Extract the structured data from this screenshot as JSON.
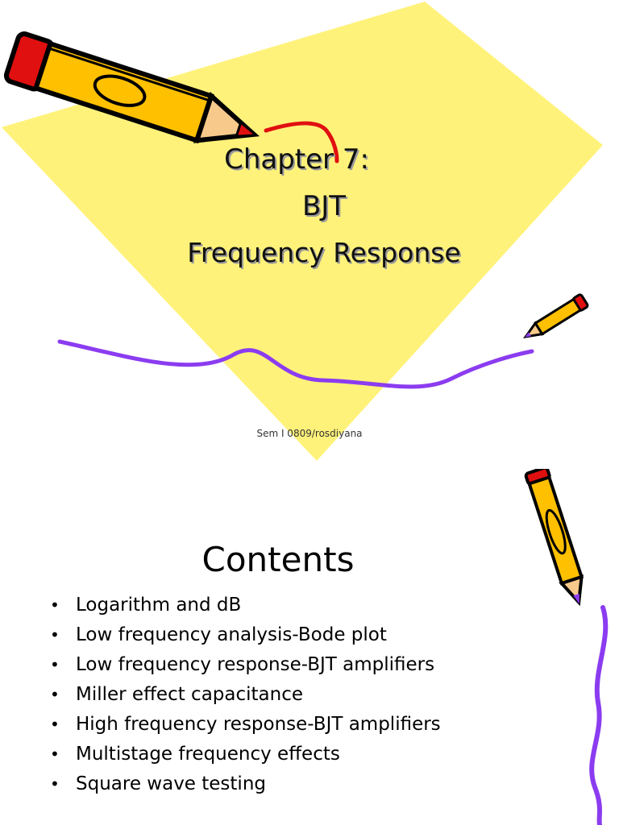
{
  "slide1": {
    "title_lines": [
      "Chapter 7:",
      "BJT",
      "Frequency Response"
    ],
    "footer": "Sem I 0809/rosdiyana",
    "colors": {
      "background_shape": "#fff27a",
      "squiggle": "#8b3cf0",
      "pencil_body": "#ffc000",
      "pencil_tip": "#e01010"
    },
    "decorations": [
      "pencil-large-icon",
      "pencil-small-icon",
      "squiggle-line"
    ]
  },
  "slide2": {
    "heading": "Contents",
    "bullet_symbol": "•",
    "items": [
      "Logarithm and dB",
      "Low frequency analysis-Bode plot",
      "Low frequency response-BJT amplifiers",
      "Miller effect capacitance",
      "High frequency response-BJT amplifiers",
      "Multistage frequency effects",
      "Square wave testing"
    ],
    "decorations": [
      "pencil-vertical-icon",
      "squiggle-line"
    ]
  }
}
